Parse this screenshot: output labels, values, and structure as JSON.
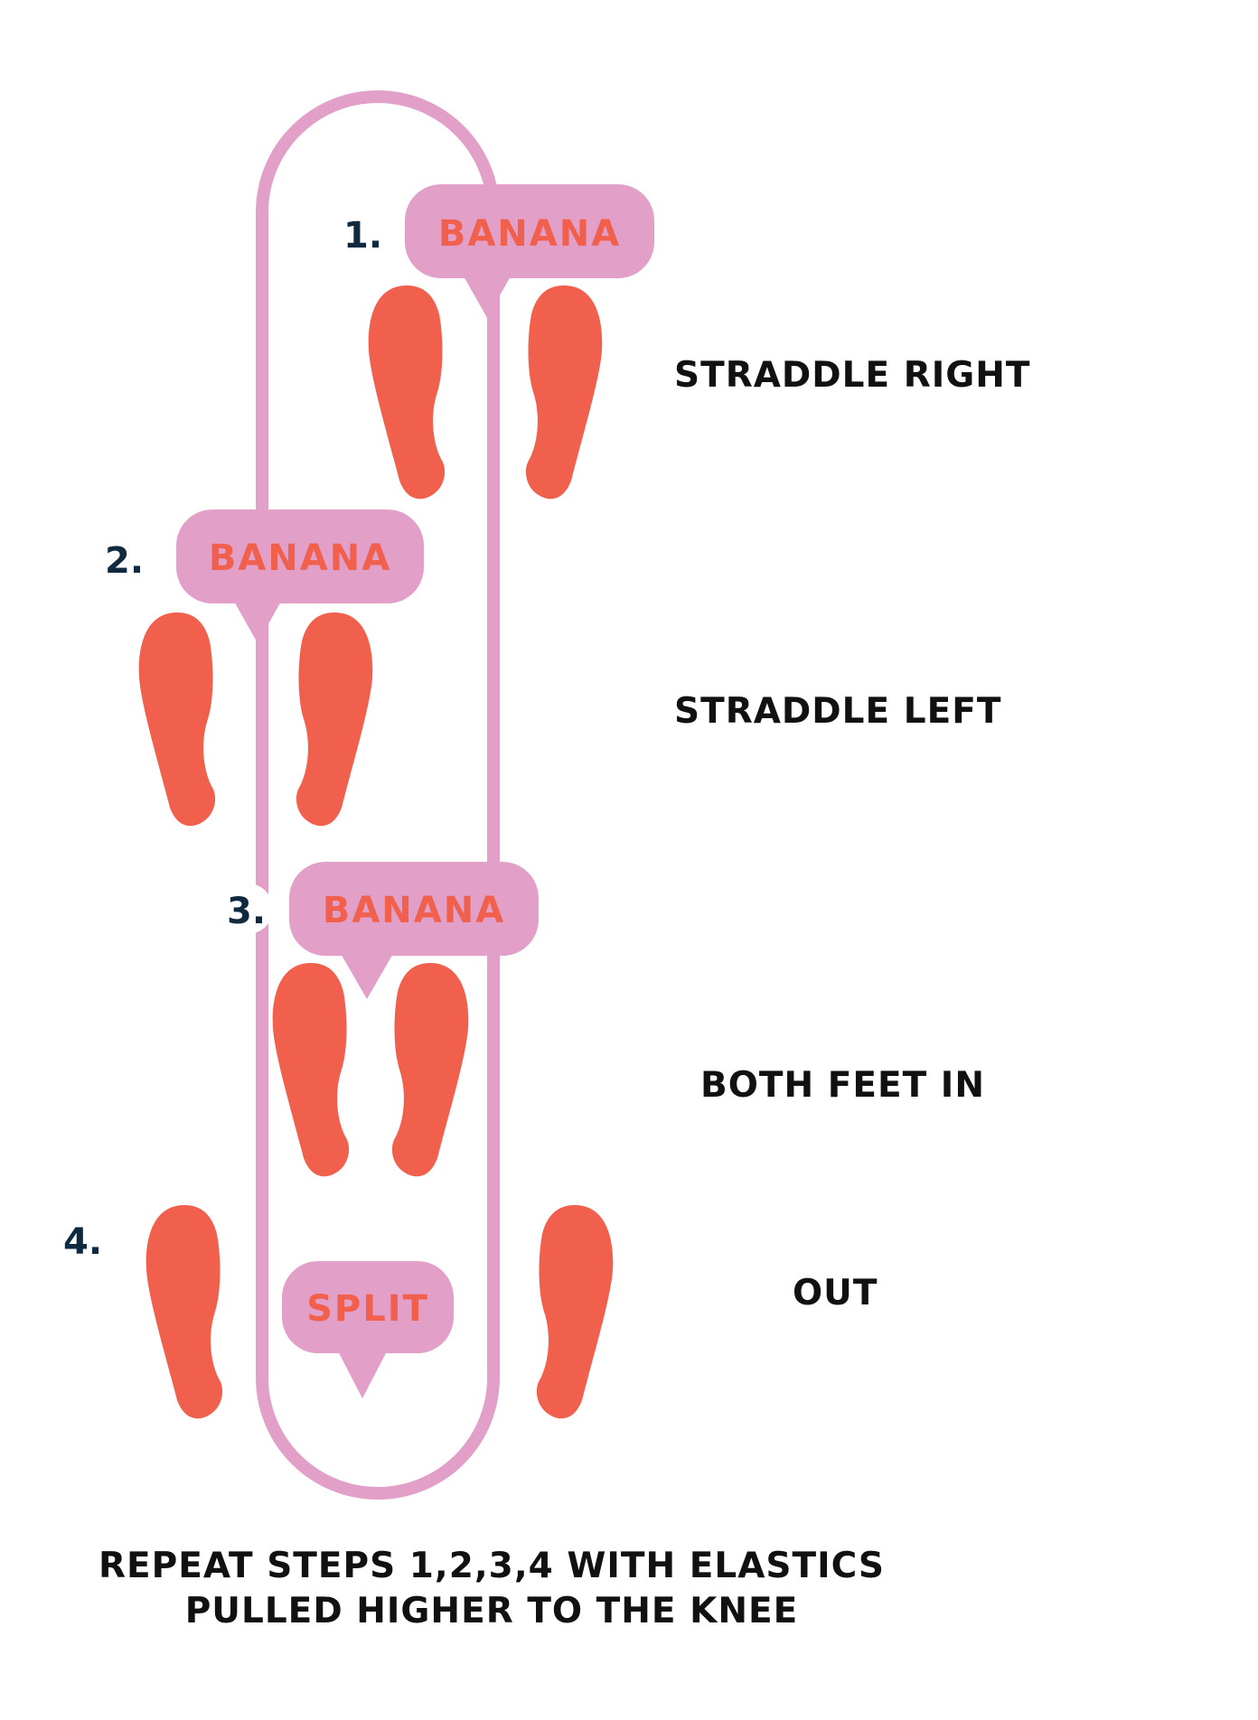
{
  "colors": {
    "elastic": "#e2a0c9",
    "bubble": "#e2a0c9",
    "foot": "#f0604d",
    "bubble_text": "#f0604d",
    "step_number": "#0f2a40",
    "label": "#111111",
    "background": "#ffffff"
  },
  "icons": [
    "left-foot-icon",
    "right-foot-icon",
    "speech-bubble-icon"
  ],
  "steps": [
    {
      "number": "1.",
      "bubble": "BANANA",
      "move": "STRADDLE RIGHT"
    },
    {
      "number": "2.",
      "bubble": "BANANA",
      "move": "STRADDLE LEFT"
    },
    {
      "number": "3.",
      "bubble": "BANANA",
      "move": "BOTH FEET IN"
    },
    {
      "number": "4.",
      "bubble": "SPLIT",
      "move": "OUT"
    }
  ],
  "footer": {
    "line1": "REPEAT STEPS 1,2,3,4 WITH ELASTICS",
    "line2": "PULLED HIGHER TO THE KNEE"
  }
}
